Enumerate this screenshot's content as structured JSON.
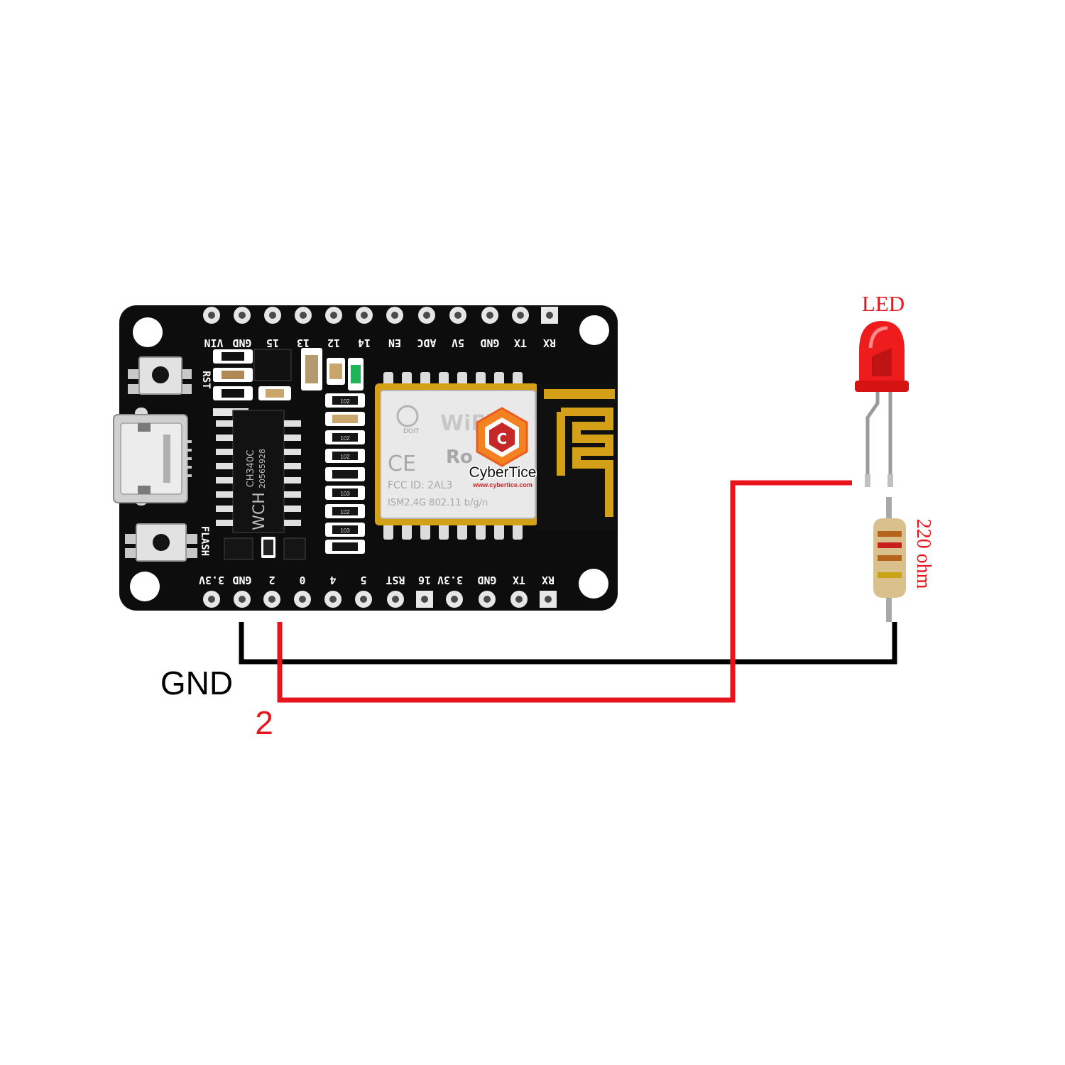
{
  "board": {
    "top_pins": [
      "GND",
      "VIN",
      "15",
      "13",
      "12",
      "14",
      "EN",
      "ADC",
      "5V",
      "GND",
      "TX",
      "RX"
    ],
    "bottom_pins": [
      "GND",
      "3.3V",
      "2",
      "0",
      "4",
      "5",
      "RST",
      "16",
      "3.3V",
      "GND",
      "TX",
      "RX"
    ],
    "rst_label": "RST",
    "flash_label": "FLASH",
    "usb_chip_label": "CH340C",
    "usb_chip_code": "20565928",
    "usb_chip_brand": "WCH",
    "resistor_codes": [
      "102",
      "102",
      "102",
      "103",
      "102",
      "103"
    ],
    "module": {
      "brand": "DOIT",
      "wifi": "WiFi",
      "roh": "Ro",
      "ce": "CE",
      "fcc": "FCC ID: 2AL3",
      "ism": "ISM2.4G   802.11 b/g/n"
    },
    "watermark": {
      "name": "CyberTice",
      "url": "www.cybertice.com"
    },
    "colors": {
      "pcb": "#0d0d0d",
      "gold": "#d4a017",
      "silk": "#ffffff"
    }
  },
  "components": {
    "led_label": "LED",
    "resistor_label": "220 ohm"
  },
  "connections": {
    "gnd_label": "GND",
    "pin_label": "2",
    "colors": {
      "gnd_wire": "#000000",
      "signal_wire": "#e8141b",
      "led_red": "#ee1c1c"
    }
  }
}
